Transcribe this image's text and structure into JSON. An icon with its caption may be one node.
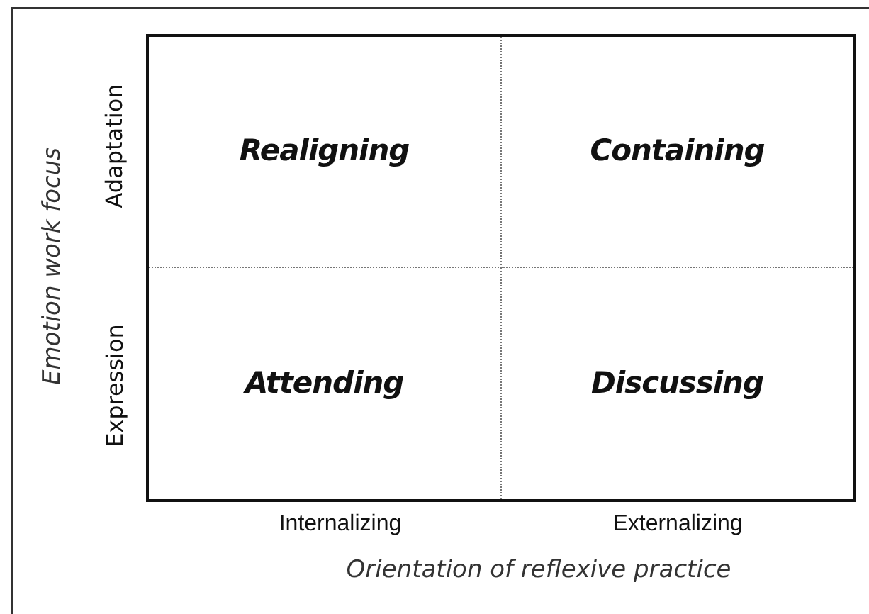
{
  "diagram": {
    "nodes": [
      {
        "text": [
          "Realigning"
        ]
      },
      {
        "text": [
          "Containing"
        ]
      },
      {
        "text": [
          "Attending"
        ]
      },
      {
        "text": [
          "Discussing"
        ]
      }
    ],
    "labels": [
      "Emotion work focus",
      "Adaptation",
      "Expression",
      "Internalizing",
      "Externalizing",
      "Orientation of reflexive practice"
    ]
  }
}
